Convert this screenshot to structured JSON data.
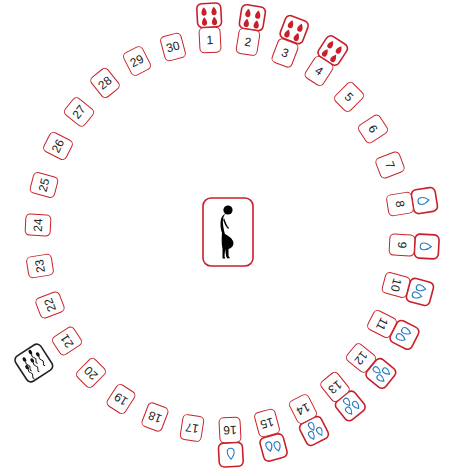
{
  "diagram": {
    "nodes": [
      {
        "text": [
          "1"
        ]
      },
      {
        "text": [
          "2"
        ]
      },
      {
        "text": [
          "3"
        ]
      },
      {
        "text": [
          "4"
        ]
      },
      {
        "text": [
          "5"
        ]
      },
      {
        "text": [
          "6"
        ]
      },
      {
        "text": [
          "7"
        ]
      },
      {
        "text": [
          "8"
        ]
      },
      {
        "text": [
          "9"
        ]
      },
      {
        "text": [
          "10"
        ]
      },
      {
        "text": [
          "11"
        ]
      },
      {
        "text": [
          "12"
        ]
      },
      {
        "text": [
          "13"
        ]
      },
      {
        "text": [
          "14"
        ]
      },
      {
        "text": [
          "15"
        ]
      },
      {
        "text": [
          "16"
        ]
      },
      {
        "text": [
          "17"
        ]
      },
      {
        "text": [
          "18"
        ]
      },
      {
        "text": [
          "19"
        ]
      },
      {
        "text": [
          "20"
        ]
      },
      {
        "text": [
          "21"
        ]
      },
      {
        "text": [
          "22"
        ]
      },
      {
        "text": [
          "23"
        ]
      },
      {
        "text": [
          "24"
        ]
      },
      {
        "text": [
          "25"
        ]
      },
      {
        "text": [
          "26"
        ]
      },
      {
        "text": [
          "27"
        ]
      },
      {
        "text": [
          "28"
        ]
      },
      {
        "text": [
          "29"
        ]
      },
      {
        "text": [
          "30"
        ]
      }
    ]
  }
}
